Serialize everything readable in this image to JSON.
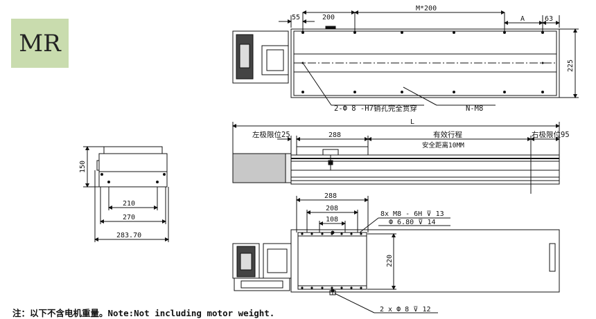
{
  "badge": {
    "label": "MR"
  },
  "top_view": {
    "dims": {
      "d55": "55",
      "d200": "200",
      "pitch": "M*200",
      "a": "A",
      "d63": "63",
      "d225": "225"
    },
    "callouts": {
      "pin_holes": "2-Ф 8 -H7销孔完全贯穿",
      "thread": "N-M8"
    }
  },
  "side_view": {
    "dims": {
      "length": "L",
      "left_limit": "左极限位25",
      "carriage": "288",
      "stroke": "有效行程",
      "right_limit": "右极限位95",
      "safety": "安全距离10MM"
    }
  },
  "end_view": {
    "dims": {
      "height": "150",
      "w210": "210",
      "w270": "270",
      "w283": "283.70"
    }
  },
  "bottom_view": {
    "dims": {
      "d288": "288",
      "d208": "208",
      "d108": "108",
      "d220": "220"
    },
    "callouts": {
      "holes_1": "8x  M8 - 6H ⊽ 13",
      "holes_2": "Ф 6.80 ⊽ 14",
      "pins": "2 x Ф 8 ⊽ 12"
    }
  },
  "footer": {
    "note": "注：以下不含电机重量。Note:Not including motor weight."
  }
}
